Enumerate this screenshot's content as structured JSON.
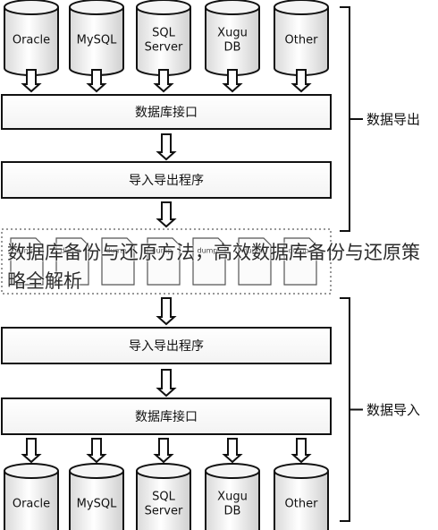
{
  "top_databases": [
    "Oracle",
    "MySQL",
    "SQL|Server",
    "Xugu|DB",
    "Other"
  ],
  "bottom_databases": [
    "Oracle",
    "MySQL",
    "SQL|Server",
    "Xugu|DB",
    "Other"
  ],
  "export_section": {
    "interface_label": "数据库接口",
    "program_label": "导入导出程序",
    "bracket_label": "数据导出"
  },
  "import_section": {
    "program_label": "导入导出程序",
    "interface_label": "数据库接口",
    "bracket_label": "数据导入"
  },
  "dump_files": [
    "dump",
    "dump",
    "dump",
    "dump",
    "dump",
    "dump",
    "dump"
  ],
  "watermark_caption": "数据库备份与还原方法，高效数据库备份与还原策略全解析"
}
